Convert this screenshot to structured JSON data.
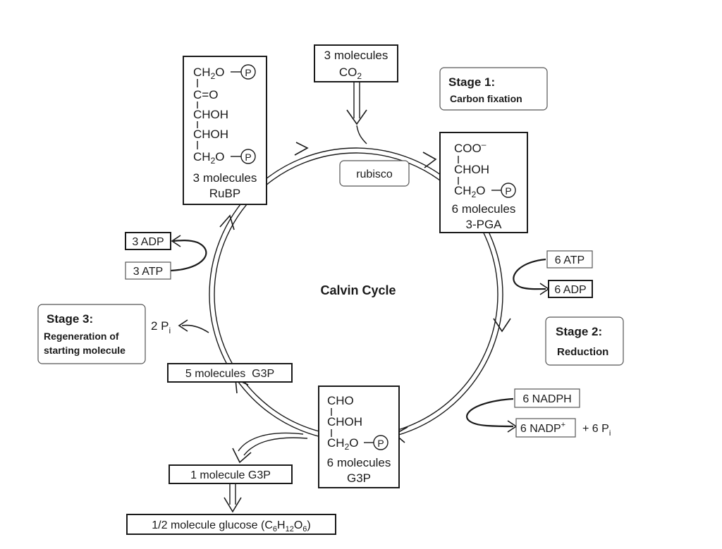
{
  "cycle_title": "Calvin Cycle",
  "stages": {
    "stage1": {
      "title": "Stage 1:",
      "name": "Carbon fixation"
    },
    "stage2": {
      "title": "Stage 2:",
      "name": "Reduction"
    },
    "stage3": {
      "title": "Stage 3:",
      "name_line1": "Regeneration of",
      "name_line2": "starting molecule"
    }
  },
  "co2": {
    "line1": "3 molecules",
    "line2": "CO",
    "sub": "2"
  },
  "rubisco": "rubisco",
  "rubp": {
    "s1": "CH",
    "s1sub": "2",
    "s1rest": "O",
    "p1": "P",
    "s2": "C",
    "s2rest": "=O",
    "s3": "CHOH",
    "s4": "CHOH",
    "s5": "CH",
    "s5sub": "2",
    "s5rest": "O",
    "p2": "P",
    "count": "3 molecules",
    "name": "RuBP"
  },
  "pga": {
    "s1": "COO",
    "s1sup": "–",
    "s2": "CHOH",
    "s3": "CH",
    "s3sub": "2",
    "s3rest": "O",
    "p": "P",
    "count": "6 molecules",
    "name": "3-PGA"
  },
  "g3p6": {
    "s1": "CHO",
    "s2": "CHOH",
    "s3": "CH",
    "s3sub": "2",
    "s3rest": "O",
    "p": "P",
    "count": "6 molecules",
    "name": "G3P"
  },
  "atp_in_right": "6 ATP",
  "adp_out_right": "6 ADP",
  "nadph_in": "6 NADPH",
  "nadp_out": {
    "text": "6 NADP",
    "sup": "+"
  },
  "pi_right": {
    "text": "+ 6 P",
    "sub": "i"
  },
  "atp_in_left": "3 ATP",
  "adp_out_left": "3 ADP",
  "pi_left": {
    "text": "2 P",
    "sub": "i"
  },
  "g3p5": "5 molecules  G3P",
  "g3p1": "1 molecule G3P",
  "glucose": {
    "t1": "1/2 molecule glucose (C",
    "s1": "6",
    "t2": "H",
    "s2": "12",
    "t3": "O",
    "s3": "6",
    "t4": ")"
  }
}
